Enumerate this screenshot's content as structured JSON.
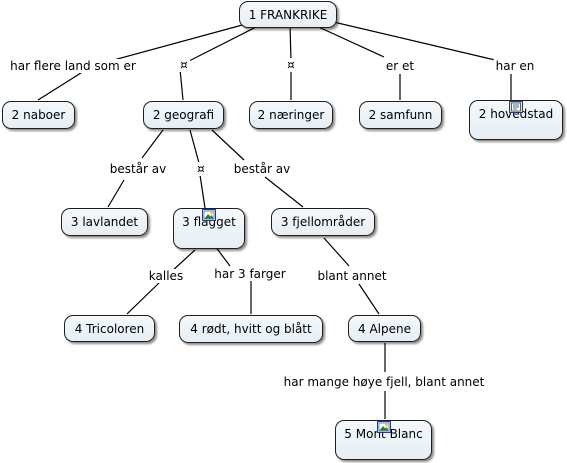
{
  "nodes": {
    "root": "1 FRANKRIKE",
    "naboer": "2 naboer",
    "geografi": "2 geografi",
    "naeringer": "2 næringer",
    "samfunn": "2 samfunn",
    "hovedstad": "2 hovedstad",
    "lavlandet": "3 lavlandet",
    "flagget": "3 flagget",
    "fjell": "3 fjellområder",
    "tricoloren": "4 Tricoloren",
    "farger": "4 rødt, hvitt og blått",
    "alpene": "4 Alpene",
    "montblanc": "5 Mont Blanc"
  },
  "links": {
    "har_flere_land": "har flere land som er",
    "sym1": "¤",
    "sym2": "¤",
    "er_et": "er et",
    "har_en": "har en",
    "bestar_av_1": "består av",
    "sym3": "¤",
    "bestar_av_2": "består av",
    "kalles": "kalles",
    "har_3_farger": "har 3 farger",
    "blant_annet": "blant annet",
    "hoye_fjell": "har mange høye fjell, blant annet"
  },
  "icons": {
    "hovedstad": "document-icon",
    "flagget": "image-icon",
    "montblanc": "image-icon"
  },
  "colors": {
    "line": "#000000",
    "node_border": "#1f1f1f",
    "node_fill": "#eaf1f6"
  }
}
